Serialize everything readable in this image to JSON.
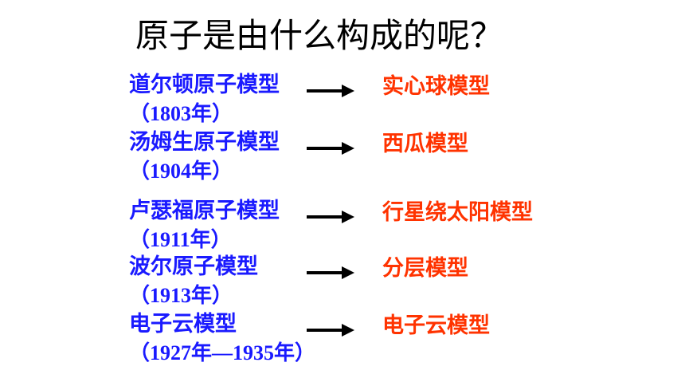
{
  "title": "原子是由什么构成的呢？",
  "colors": {
    "name": "#1a1aff",
    "model": "#ff3300",
    "title": "#000000"
  },
  "rows": [
    {
      "name": "道尔顿原子模型",
      "year": "（1803年）",
      "model": "实心球模型"
    },
    {
      "name": "汤姆生原子模型",
      "year": "（1904年）",
      "model": "西瓜模型"
    },
    {
      "name": "卢瑟福原子模型",
      "year": "（1911年）",
      "model": "行星绕太阳模型"
    },
    {
      "name": "波尔原子模型",
      "year": "（1913年）",
      "model": "分层模型"
    },
    {
      "name": "电子云模型",
      "year": "（1927年—1935年）",
      "model": "电子云模型"
    }
  ]
}
